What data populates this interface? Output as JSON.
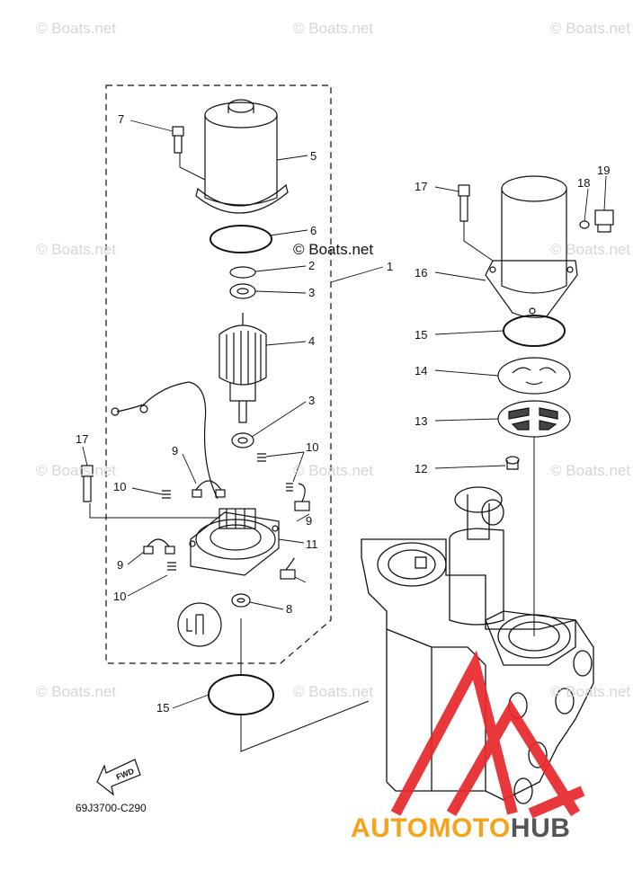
{
  "watermark_text": "© Boats.net",
  "center_watermark_text": "© Boats.net",
  "diagram_code": "69J3700-C290",
  "fwd_label": "FWD",
  "brand": {
    "part1": "AUTOMOTO",
    "part2": "HUB",
    "color1": "#f5a31a",
    "color2": "#555555",
    "logo_color": "#e8282b"
  },
  "callouts": [
    "7",
    "5",
    "6",
    "2",
    "1",
    "3",
    "4",
    "3",
    "9",
    "10",
    "10",
    "17",
    "9",
    "11",
    "9",
    "10",
    "8",
    "15",
    "17",
    "18",
    "19",
    "16",
    "15",
    "14",
    "13",
    "12"
  ]
}
